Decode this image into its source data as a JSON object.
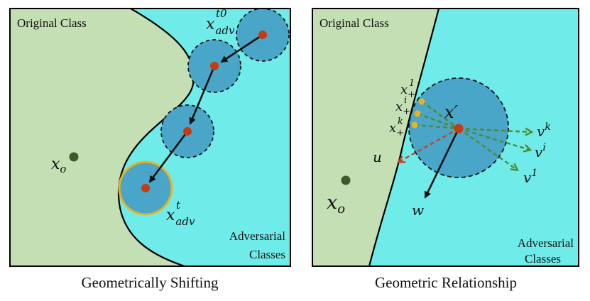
{
  "colors": {
    "original_region": "#c5dfb4",
    "adversarial_region": "#6fecea",
    "ball": "#4aa6c8",
    "point": "#c53b12",
    "x0_point": "#3e5a26",
    "highlight_ring": "#f0b21a",
    "gradient_arrow": "#4f8a2c",
    "u_arrow": "#c0442a",
    "border": "#000000"
  },
  "left_panel": {
    "region_original_label": "Original Class",
    "region_adversarial_label_line1": "Adversarial",
    "region_adversarial_label_line2": "Classes",
    "x0": {
      "base": "x",
      "sub": "o"
    },
    "x_adv_t0": {
      "base": "x",
      "sub": "adv",
      "sup": "t0"
    },
    "x_adv_t": {
      "base": "x",
      "sub": "adv",
      "sup": "t"
    },
    "caption": "Geometrically Shifting"
  },
  "right_panel": {
    "region_original_label": "Original Class",
    "region_adversarial_label_line1": "Adversarial",
    "region_adversarial_label_line2": "Classes",
    "x0": {
      "base": "x",
      "sub": "o"
    },
    "x_prime": "x′",
    "x_plus_1": {
      "base": "x",
      "sub": "+",
      "sup": "1"
    },
    "x_plus_i": {
      "base": "x",
      "sub": "+",
      "sup": "i"
    },
    "x_plus_k": {
      "base": "x",
      "sub": "+",
      "sup": "k"
    },
    "v_k": {
      "base": "v",
      "sup": "k"
    },
    "v_i": {
      "base": "v",
      "sup": "i"
    },
    "v_1": {
      "base": "v",
      "sup": "1"
    },
    "u": "u",
    "w": "w",
    "caption": "Geometric Relationship"
  }
}
